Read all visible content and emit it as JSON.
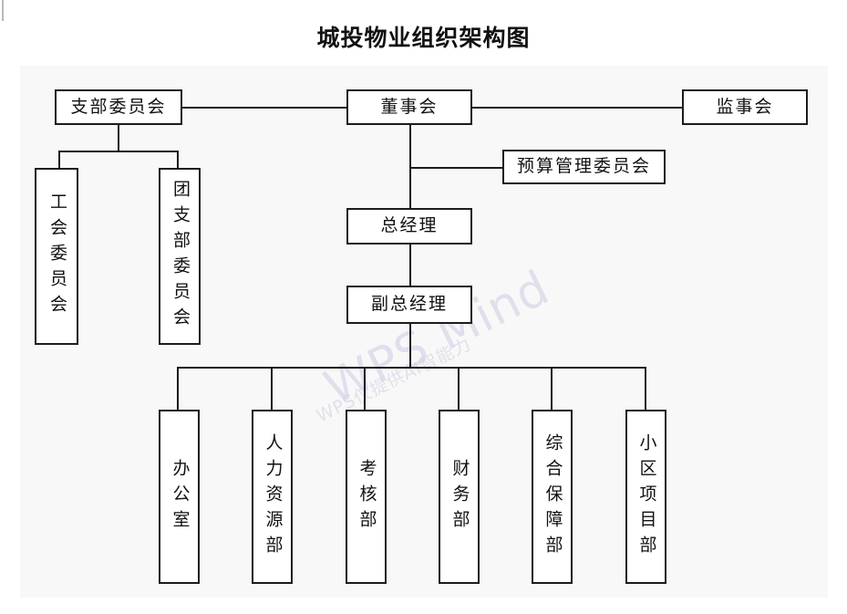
{
  "page": {
    "title": "城投物业组织架构图",
    "background_color": "#ffffff",
    "canvas_color": "#f8f8f8",
    "line_color": "#1c1c1c",
    "box_fill": "#ffffff"
  },
  "watermark": {
    "primary": "WPS Mind",
    "secondary": "WPS仅提供AI智能力",
    "color": "#cfcbe4"
  },
  "chart_data": {
    "type": "diagram",
    "diagram_kind": "organization-chart",
    "title": "城投物业组织架构图",
    "orientation": "top-down",
    "nodes": [
      {
        "id": "branch-committee",
        "label": "支部委员会",
        "level": 0,
        "text_direction": "horizontal"
      },
      {
        "id": "board",
        "label": "董事会",
        "level": 0,
        "text_direction": "horizontal"
      },
      {
        "id": "supervisory-board",
        "label": "监事会",
        "level": 0,
        "text_direction": "horizontal"
      },
      {
        "id": "budget-committee",
        "label": "预算管理委员会",
        "level": 1,
        "text_direction": "horizontal"
      },
      {
        "id": "union-committee",
        "label": "工会委员会",
        "level": 1,
        "text_direction": "vertical"
      },
      {
        "id": "youth-committee",
        "label": "团支部委员会",
        "level": 1,
        "text_direction": "vertical"
      },
      {
        "id": "general-manager",
        "label": "总经理",
        "level": 2,
        "text_direction": "horizontal"
      },
      {
        "id": "deputy-manager",
        "label": "副总经理",
        "level": 3,
        "text_direction": "horizontal"
      },
      {
        "id": "office",
        "label": "办公室",
        "level": 4,
        "text_direction": "vertical"
      },
      {
        "id": "hr",
        "label": "人力资源部",
        "level": 4,
        "text_direction": "vertical"
      },
      {
        "id": "assessment",
        "label": "考核部",
        "level": 4,
        "text_direction": "vertical"
      },
      {
        "id": "finance",
        "label": "财务部",
        "level": 4,
        "text_direction": "vertical"
      },
      {
        "id": "support",
        "label": "综合保障部",
        "level": 4,
        "text_direction": "vertical"
      },
      {
        "id": "community-project",
        "label": "小区项目部",
        "level": 4,
        "text_direction": "vertical"
      }
    ],
    "edges": [
      {
        "from": "branch-committee",
        "to": "board"
      },
      {
        "from": "board",
        "to": "supervisory-board"
      },
      {
        "from": "board",
        "to": "budget-committee"
      },
      {
        "from": "board",
        "to": "general-manager"
      },
      {
        "from": "branch-committee",
        "to": "union-committee"
      },
      {
        "from": "branch-committee",
        "to": "youth-committee"
      },
      {
        "from": "general-manager",
        "to": "deputy-manager"
      },
      {
        "from": "deputy-manager",
        "to": "office"
      },
      {
        "from": "deputy-manager",
        "to": "hr"
      },
      {
        "from": "deputy-manager",
        "to": "assessment"
      },
      {
        "from": "deputy-manager",
        "to": "finance"
      },
      {
        "from": "deputy-manager",
        "to": "support"
      },
      {
        "from": "deputy-manager",
        "to": "community-project"
      }
    ]
  }
}
